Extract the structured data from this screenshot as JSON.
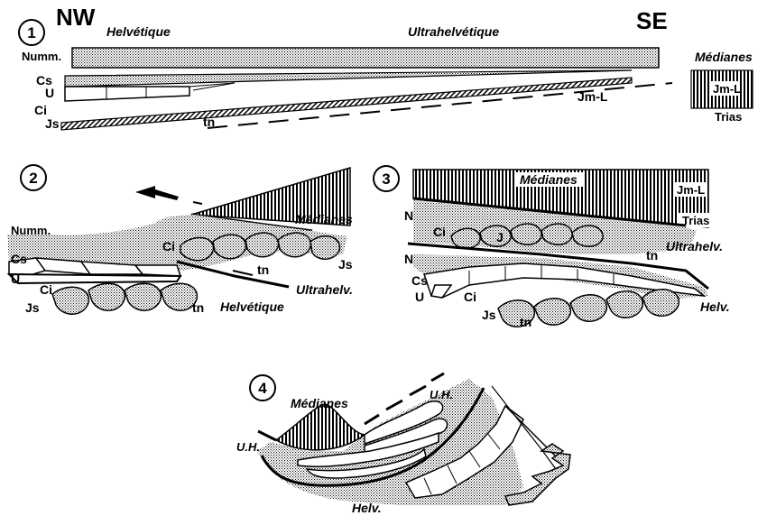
{
  "orientation": {
    "west": "NW",
    "east": "SE"
  },
  "panel1": {
    "number": "1",
    "helvetique": "Helvétique",
    "ultrahelvetique": "Ultrahelvétique",
    "numm": "Numm.",
    "cs": "Cs",
    "u": "U",
    "ci": "Ci",
    "js": "Js",
    "tn": "tn",
    "jml": "Jm-L",
    "legend": {
      "title": "Médianes",
      "jml": "Jm-L",
      "trias": "Trias"
    }
  },
  "panel2": {
    "number": "2",
    "numm": "Numm.",
    "medianes": "Médianes",
    "ci_upper": "Ci",
    "tn_upper": "tn",
    "js_upper": "Js",
    "cs": "Cs",
    "u": "U",
    "ci_lower": "Ci",
    "js_lower": "Js",
    "tn_lower": "tn",
    "ultrahelv": "Ultrahelv.",
    "helvetique": "Helvétique"
  },
  "panel3": {
    "number": "3",
    "medianes": "Médianes",
    "jml": "Jm-L",
    "trias": "Trias",
    "n_upper": "N",
    "ci_upper": "Ci",
    "j": "J",
    "tn_upper": "tn",
    "ultrahelv": "Ultrahelv.",
    "n_lower": "N",
    "cs": "Cs",
    "u": "U",
    "ci_lower": "Ci",
    "js": "Js",
    "tn_lower": "tn",
    "helv": "Helv."
  },
  "panel4": {
    "number": "4",
    "medianes": "Médianes",
    "uh_right": "U.H.",
    "uh_left": "U.H.",
    "helv": "Helv."
  }
}
